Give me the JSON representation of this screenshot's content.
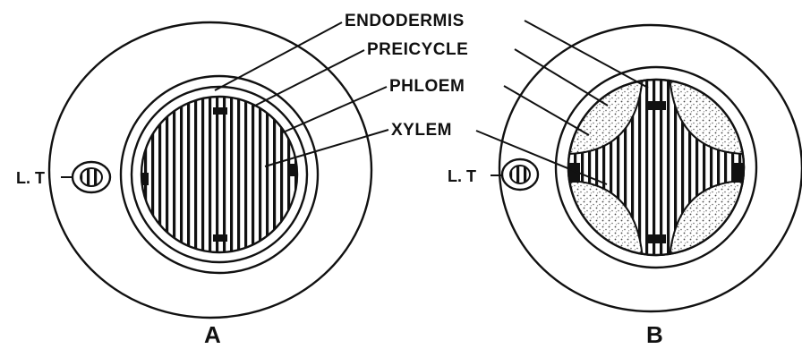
{
  "labels": {
    "endodermis": "ENDODERMIS",
    "pericycle": "PREICYCLE",
    "phloem": "PHLOEM",
    "xylem": "XYLEM"
  },
  "panel_a": {
    "letter": "A",
    "lt_label": "L. T"
  },
  "panel_b": {
    "letter": "B",
    "lt_label": "L. T"
  },
  "colors": {
    "ink": "#111111",
    "stipple": "#bdbdbd",
    "background": "#ffffff"
  }
}
